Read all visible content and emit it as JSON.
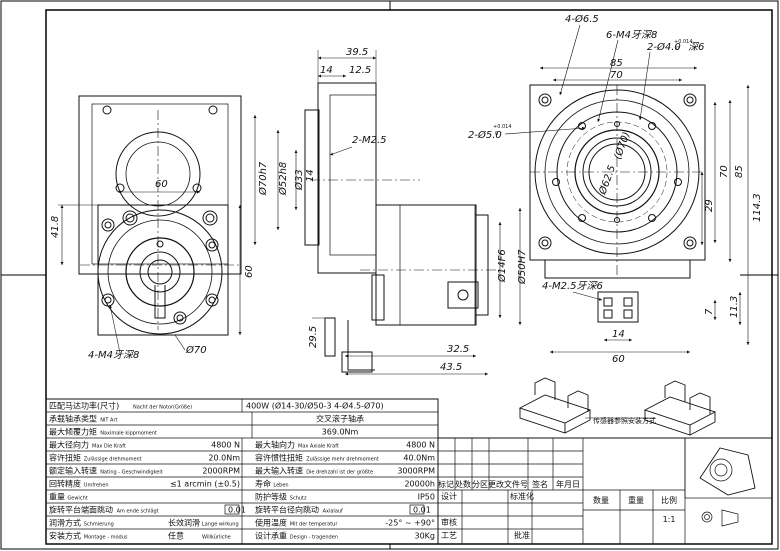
{
  "front_view": {
    "dims": {
      "width60": "60",
      "height41_8": "41.8",
      "height60": "60",
      "holes": "4-M4牙深8",
      "dia70": "Ø70"
    }
  },
  "side_view": {
    "dims": {
      "d39_5": "39.5",
      "d14": "14",
      "d12_5": "12.5",
      "m2_5": "2-M2.5",
      "d70h7": "Ø70h7",
      "d52h8": "Ø52h8",
      "d33": "Ø33",
      "d14b": "14",
      "d14f6": "Ø14F6",
      "d50h7": "Ø50H7",
      "d29_5": "29.5",
      "d32_5": "32.5",
      "d43_5": "43.5"
    }
  },
  "top_view": {
    "dims": {
      "holes4": "4-Ø6.5",
      "m4": "6-M4牙深8",
      "pin4": "2-Ø4.0",
      "pin4_tol": "+0.014",
      "pin4_tol2": "0",
      "pin4_depth": "深6",
      "pin5": "2-Ø5.0",
      "pin5_tol": "+0.014",
      "pin5_tol2": "0",
      "d85": "85",
      "d70": "70",
      "d62": "Ø62.5",
      "d70pcd": "(Ø70)",
      "v70": "70",
      "v85": "85",
      "v114": "114.3",
      "v29": "29",
      "m25": "4-M2.5牙深6",
      "d14": "14",
      "d60": "60",
      "v7": "7",
      "v11_3": "11.3"
    }
  },
  "iso_note": "传感器参照安装方式",
  "spec_table": {
    "rows": [
      {
        "l": "匹配马达功率(尺寸)",
        "ls": "Nacht der Notor(Größe)",
        "v": "400W (Ø14-30/Ø50-3 4-Ø4.5-Ø70)",
        "span": true
      },
      {
        "l": "承载轴承类型",
        "ls": "NIT Art",
        "v": "交叉滚子轴承",
        "span": true
      },
      {
        "l": "最大倾覆力矩",
        "ls": "Naximale kippmoment",
        "v": "369.0Nm",
        "span": true
      },
      {
        "l": "最大径向力",
        "ls": "Max Die Kraft",
        "v": "4800 N",
        "r": "最大轴向力",
        "rs": "Max Axiale Kraft",
        "rv": "4800 N"
      },
      {
        "l": "容许扭矩",
        "ls": "Zulässige drehmoment",
        "v": "20.0Nm",
        "r": "容许惯性扭矩",
        "rs": "Zulässige mehr drehmoment",
        "rv": "40.0Nm"
      },
      {
        "l": "额定输入转速",
        "ls": "Nating - Geschwindigkeit",
        "v": "2000RPM",
        "r": "最大输入转速",
        "rs": "Die drehzahl ist der größte",
        "rv": "3000RPM"
      },
      {
        "l": "回转精度",
        "ls": "Umfrehen",
        "v": "≤1 arcmin (±0.5)",
        "r": "寿命",
        "rs": "Leben",
        "rv": "20000h"
      },
      {
        "l": "重量",
        "ls": "Gewicht",
        "v": "",
        "r": "防护等级",
        "rs": "Schutz",
        "rv": "IP50"
      },
      {
        "l": "旋转平台端面跳动",
        "ls": "Am ende schlägt",
        "v": "0.01",
        "r": "旋转平台径向跳动",
        "rs": "Axialauf",
        "rv": "0.01"
      },
      {
        "l": "润滑方式",
        "ls": "Schmierung",
        "v": "长效润滑",
        "vs": "Lange wirkung",
        "r": "使用温度",
        "rs": "Mit der temperatur",
        "rv": "-25° ~ +90°"
      },
      {
        "l": "安装方式",
        "ls": "Montage - modus",
        "v": "任意",
        "vs": "Willkürliche",
        "r": "设计承重",
        "rs": "Design - tragenden",
        "rv": "30Kg"
      }
    ]
  },
  "title_block": {
    "headers": [
      "标记",
      "处数",
      "分区",
      "更改文件号",
      "签名",
      "年月日"
    ],
    "design": "设计",
    "standard": "标准化",
    "review": "审核",
    "craft": "工艺",
    "approve": "批准",
    "qty": "数量",
    "weight": "重量",
    "scale": "比例",
    "scale_val": "1:1"
  }
}
